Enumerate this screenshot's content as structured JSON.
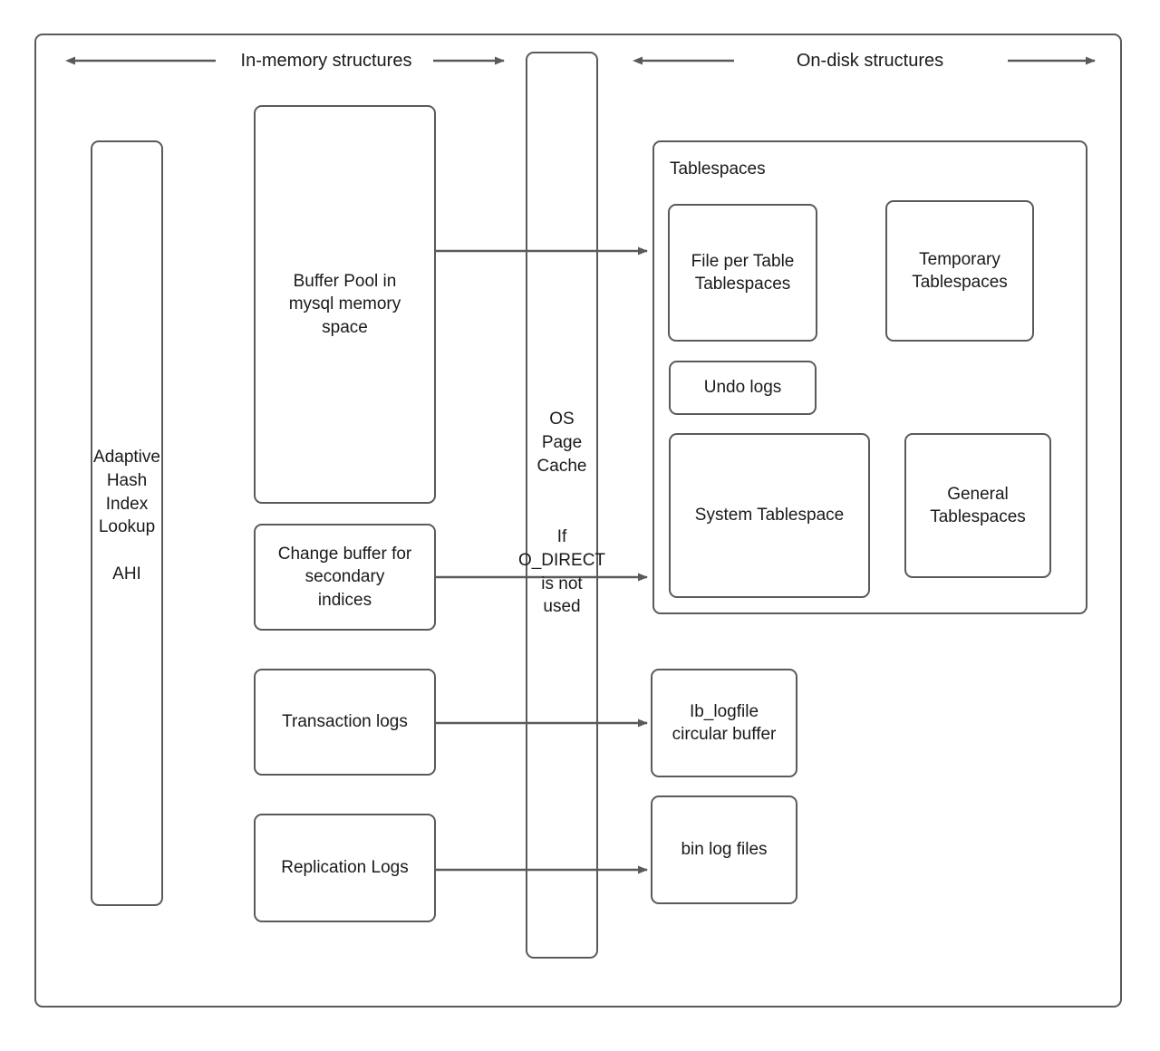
{
  "diagram": {
    "title_left": "In-memory structures",
    "title_right": "On-disk structures"
  },
  "memory": {
    "ahi": "Adaptive\nHash\nIndex\nLookup\n\nAHI",
    "buffer_pool": "Buffer Pool in\nmysql memory\nspace",
    "change_buffer": "Change buffer for\nsecondary\nindices",
    "transaction_logs": "Transaction logs",
    "replication_logs": "Replication Logs"
  },
  "page_cache": {
    "title": "OS\nPage\nCache",
    "note": "If\nO_DIRECT\nis not\nused"
  },
  "disk": {
    "tablespaces_label": "Tablespaces",
    "file_per_table": "File per Table\nTablespaces",
    "temporary": "Temporary\nTablespaces",
    "undo_logs": "Undo logs",
    "system_tablespace": "System Tablespace",
    "general_tablespaces": "General\nTablespaces",
    "ib_logfile": "Ib_logfile\ncircular buffer",
    "bin_log_files": "bin log files"
  },
  "colors": {
    "stroke": "#5a5a5a",
    "text": "#1a1a1a",
    "background": "#ffffff"
  }
}
